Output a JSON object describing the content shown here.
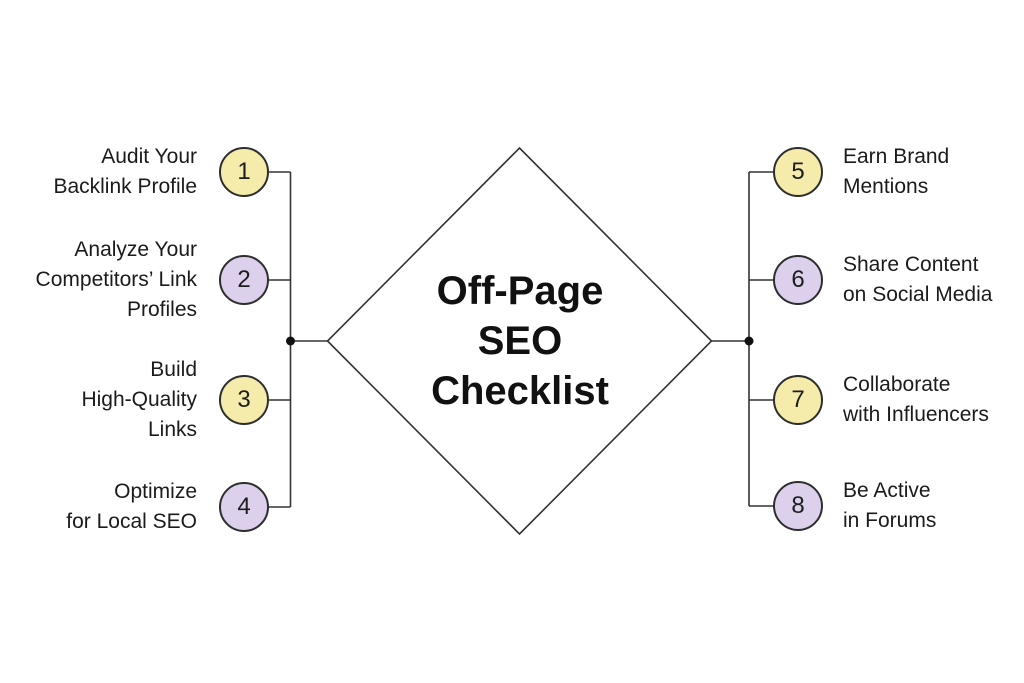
{
  "title": {
    "text": "Off-Page\nSEO\nChecklist"
  },
  "items": [
    {
      "number": "1",
      "label": "Audit Your\nBacklink Profile",
      "color": "#F5EBAA",
      "side": "left"
    },
    {
      "number": "2",
      "label": "Analyze Your\nCompetitors’ Link\nProfiles",
      "color": "#DCD0ED",
      "side": "left"
    },
    {
      "number": "3",
      "label": "Build\nHigh-Quality\nLinks",
      "color": "#F5EBAA",
      "side": "left"
    },
    {
      "number": "4",
      "label": "Optimize\nfor Local SEO",
      "color": "#DCD0ED",
      "side": "left"
    },
    {
      "number": "5",
      "label": "Earn Brand\nMentions",
      "color": "#F5EBAA",
      "side": "right"
    },
    {
      "number": "6",
      "label": "Share Content\non Social Media",
      "color": "#DCD0ED",
      "side": "right"
    },
    {
      "number": "7",
      "label": "Collaborate\nwith Influencers",
      "color": "#F5EBAA",
      "side": "right"
    },
    {
      "number": "8",
      "label": "Be Active\nin Forums",
      "color": "#DCD0ED",
      "side": "right"
    }
  ],
  "colors": {
    "circle_yellow": "#F5EBAA",
    "circle_purple": "#DCD0ED",
    "stroke": "#333333",
    "text": "#1b1b1b",
    "background": "#ffffff"
  }
}
